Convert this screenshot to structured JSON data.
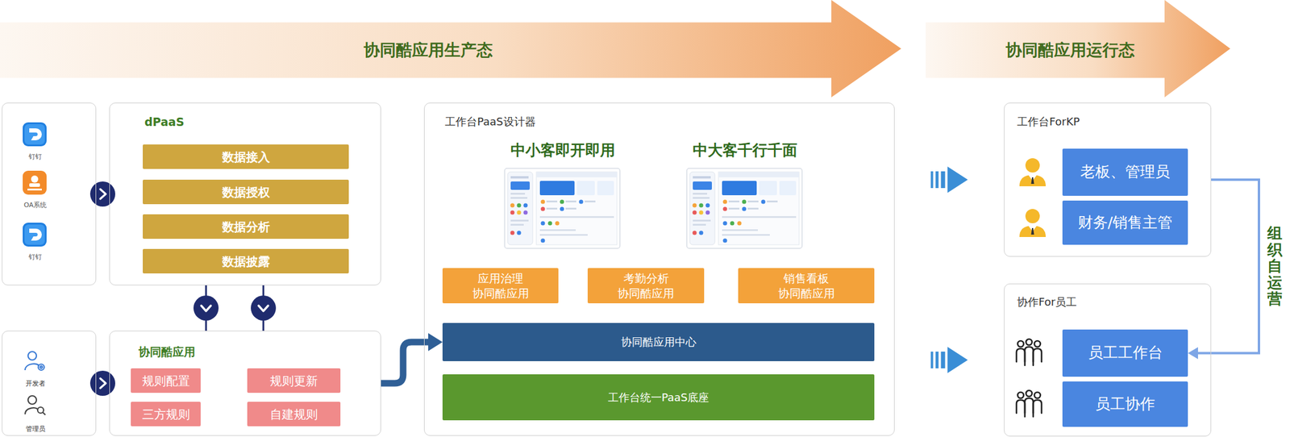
{
  "diagram": {
    "nodes": [
      {
        "text": [
          "协同酷应用生产态"
        ]
      },
      {
        "text": [
          "协同酷应用运行态"
        ]
      },
      {
        "text": [
          "钉钉",
          "OA系统",
          "钉钉"
        ]
      },
      {
        "text": [
          "dPaaS"
        ]
      },
      {
        "text": [
          "数据接入"
        ],
        "in": 3
      },
      {
        "text": [
          "数据授权"
        ],
        "in": 3
      },
      {
        "text": [
          "数据分析"
        ],
        "in": 3
      },
      {
        "text": [
          "数据披露"
        ],
        "in": 3
      },
      {
        "text": [
          "开发者",
          "管理员"
        ]
      },
      {
        "text": [
          "协同酷应用"
        ]
      },
      {
        "text": [
          "规则配置"
        ],
        "in": 9
      },
      {
        "text": [
          "规则更新"
        ],
        "in": 9
      },
      {
        "text": [
          "三方规则"
        ],
        "in": 9
      },
      {
        "text": [
          "自建规则"
        ],
        "in": 9
      },
      {
        "text": [
          "工作台PaaS设计器",
          "中小客即开即用",
          "中大客千行千面"
        ]
      },
      {
        "text": [
          "应用治理 协同酷应用"
        ],
        "in": 14
      },
      {
        "text": [
          "考勤分析 协同酷应用"
        ],
        "in": 14
      },
      {
        "text": [
          "销售看板 协同酷应用"
        ],
        "in": 14
      },
      {
        "text": [
          "协同酷应用中心"
        ],
        "in": 14
      },
      {
        "text": [
          "工作台统一PaaS底座"
        ],
        "in": 14
      },
      {
        "text": [
          "工作台ForKP"
        ]
      },
      {
        "text": [
          "老板、管理员"
        ],
        "in": 20
      },
      {
        "text": [
          "财务/销售主管"
        ],
        "in": 20
      },
      {
        "text": [
          "协作For员工"
        ]
      },
      {
        "text": [
          "员工工作台"
        ],
        "in": 23
      },
      {
        "text": [
          "员工协作"
        ],
        "in": 23
      }
    ],
    "edges": [
      {
        "from": 2,
        "to": 3,
        "arrow": "to"
      },
      {
        "from": 8,
        "to": 9,
        "arrow": "to"
      },
      {
        "from": 3,
        "to": 9,
        "arrow": "to"
      },
      {
        "from": 3,
        "to": 9,
        "arrow": "to"
      },
      {
        "from": 9,
        "to": 18,
        "arrow": "to"
      },
      {
        "from": 14,
        "to": 20,
        "arrow": "to"
      },
      {
        "from": 14,
        "to": 23,
        "arrow": "to"
      },
      {
        "from": 20,
        "to": 24,
        "label": "组织自运营",
        "arrow": "to"
      }
    ]
  }
}
